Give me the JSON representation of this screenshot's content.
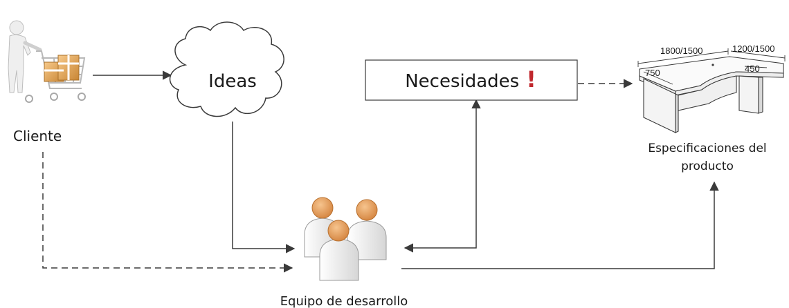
{
  "nodes": {
    "cliente": {
      "label": "Cliente"
    },
    "ideas": {
      "label": "Ideas"
    },
    "necesidades": {
      "label": "Necesidades",
      "mark": "!"
    },
    "equipo": {
      "label": "Equipo de desarrollo"
    },
    "especificaciones": {
      "line1": "Especificaciones del",
      "line2": "producto"
    }
  },
  "desk_dimensions": {
    "left_length": "1800/1500",
    "right_length": "1200/1500",
    "left_depth": "750",
    "right_depth": "450"
  },
  "colors": {
    "accent_exclamation": "#c0272d",
    "person_head": "#e8a15e",
    "person_body": "#f2f2f2",
    "line": "#3a3a3a"
  },
  "icons": {
    "cliente": "shopping-cart-person-icon",
    "ideas": "cloud-icon",
    "equipo": "team-people-icon",
    "especificaciones": "desk-drawing-icon"
  }
}
